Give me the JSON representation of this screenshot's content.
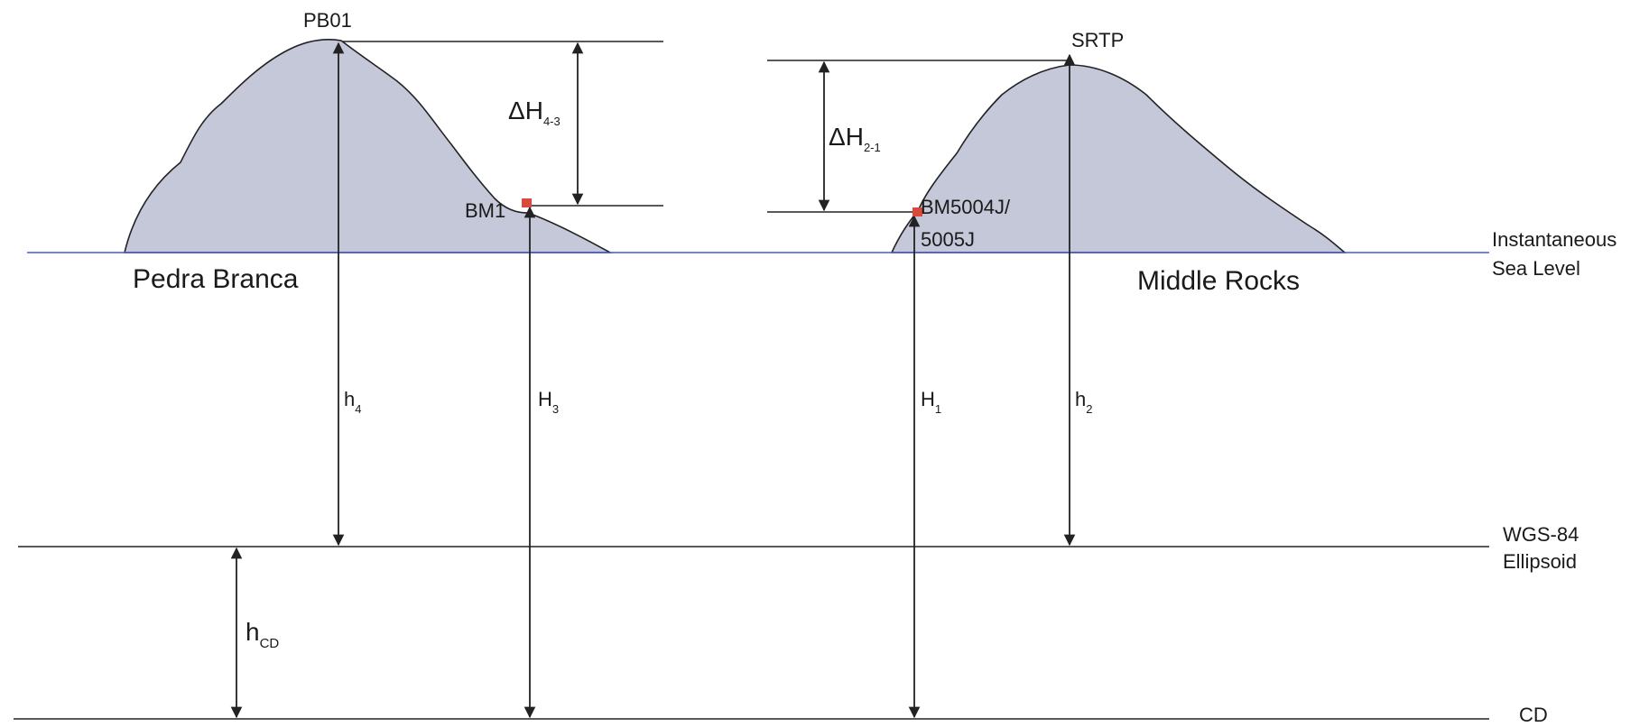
{
  "islands": {
    "left": {
      "name": "Pedra Branca"
    },
    "right": {
      "name": "Middle Rocks"
    }
  },
  "points": {
    "pb01": "PB01",
    "bm1": "BM1",
    "srtp": "SRTP",
    "bm5004j_line1": "BM5004J/",
    "bm5004j_line2": "5005J"
  },
  "datums": {
    "sea_level_line1": "Instantaneous",
    "sea_level_line2": "Sea Level",
    "wgs84_line1": "WGS-84",
    "wgs84_line2": "Ellipsoid",
    "cd": "CD"
  },
  "measures": {
    "dh43": {
      "symbol": "ΔH",
      "sub": "4-3"
    },
    "dh21": {
      "symbol": "ΔH",
      "sub": "2-1"
    },
    "h4": {
      "symbol": "h",
      "sub": "4"
    },
    "H3": {
      "symbol": "H",
      "sub": "3"
    },
    "H1": {
      "symbol": "H",
      "sub": "1"
    },
    "h2": {
      "symbol": "h",
      "sub": "2"
    },
    "hCD": {
      "symbol": "h",
      "sub": "CD"
    }
  },
  "colors": {
    "rock_fill": "#c4c8d8",
    "sea_level_line": "#4a5ad6",
    "benchmark": "#d94a3c"
  }
}
